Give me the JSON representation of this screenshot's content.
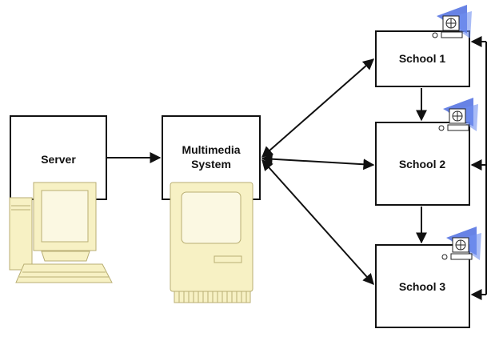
{
  "nodes": {
    "server": {
      "label": "Server"
    },
    "multimedia": {
      "label": "Multimedia System"
    },
    "school1": {
      "label": "School 1"
    },
    "school2": {
      "label": "School 2"
    },
    "school3": {
      "label": "School 3"
    }
  },
  "colors": {
    "line": "#111111",
    "beige": "#f7f1c4",
    "beige_edge": "#b8ae73",
    "globe_fan": "#4d6de0"
  },
  "icons": [
    "desktop-computer-icon",
    "mac-computer-icon",
    "workstation-globe-icon"
  ]
}
